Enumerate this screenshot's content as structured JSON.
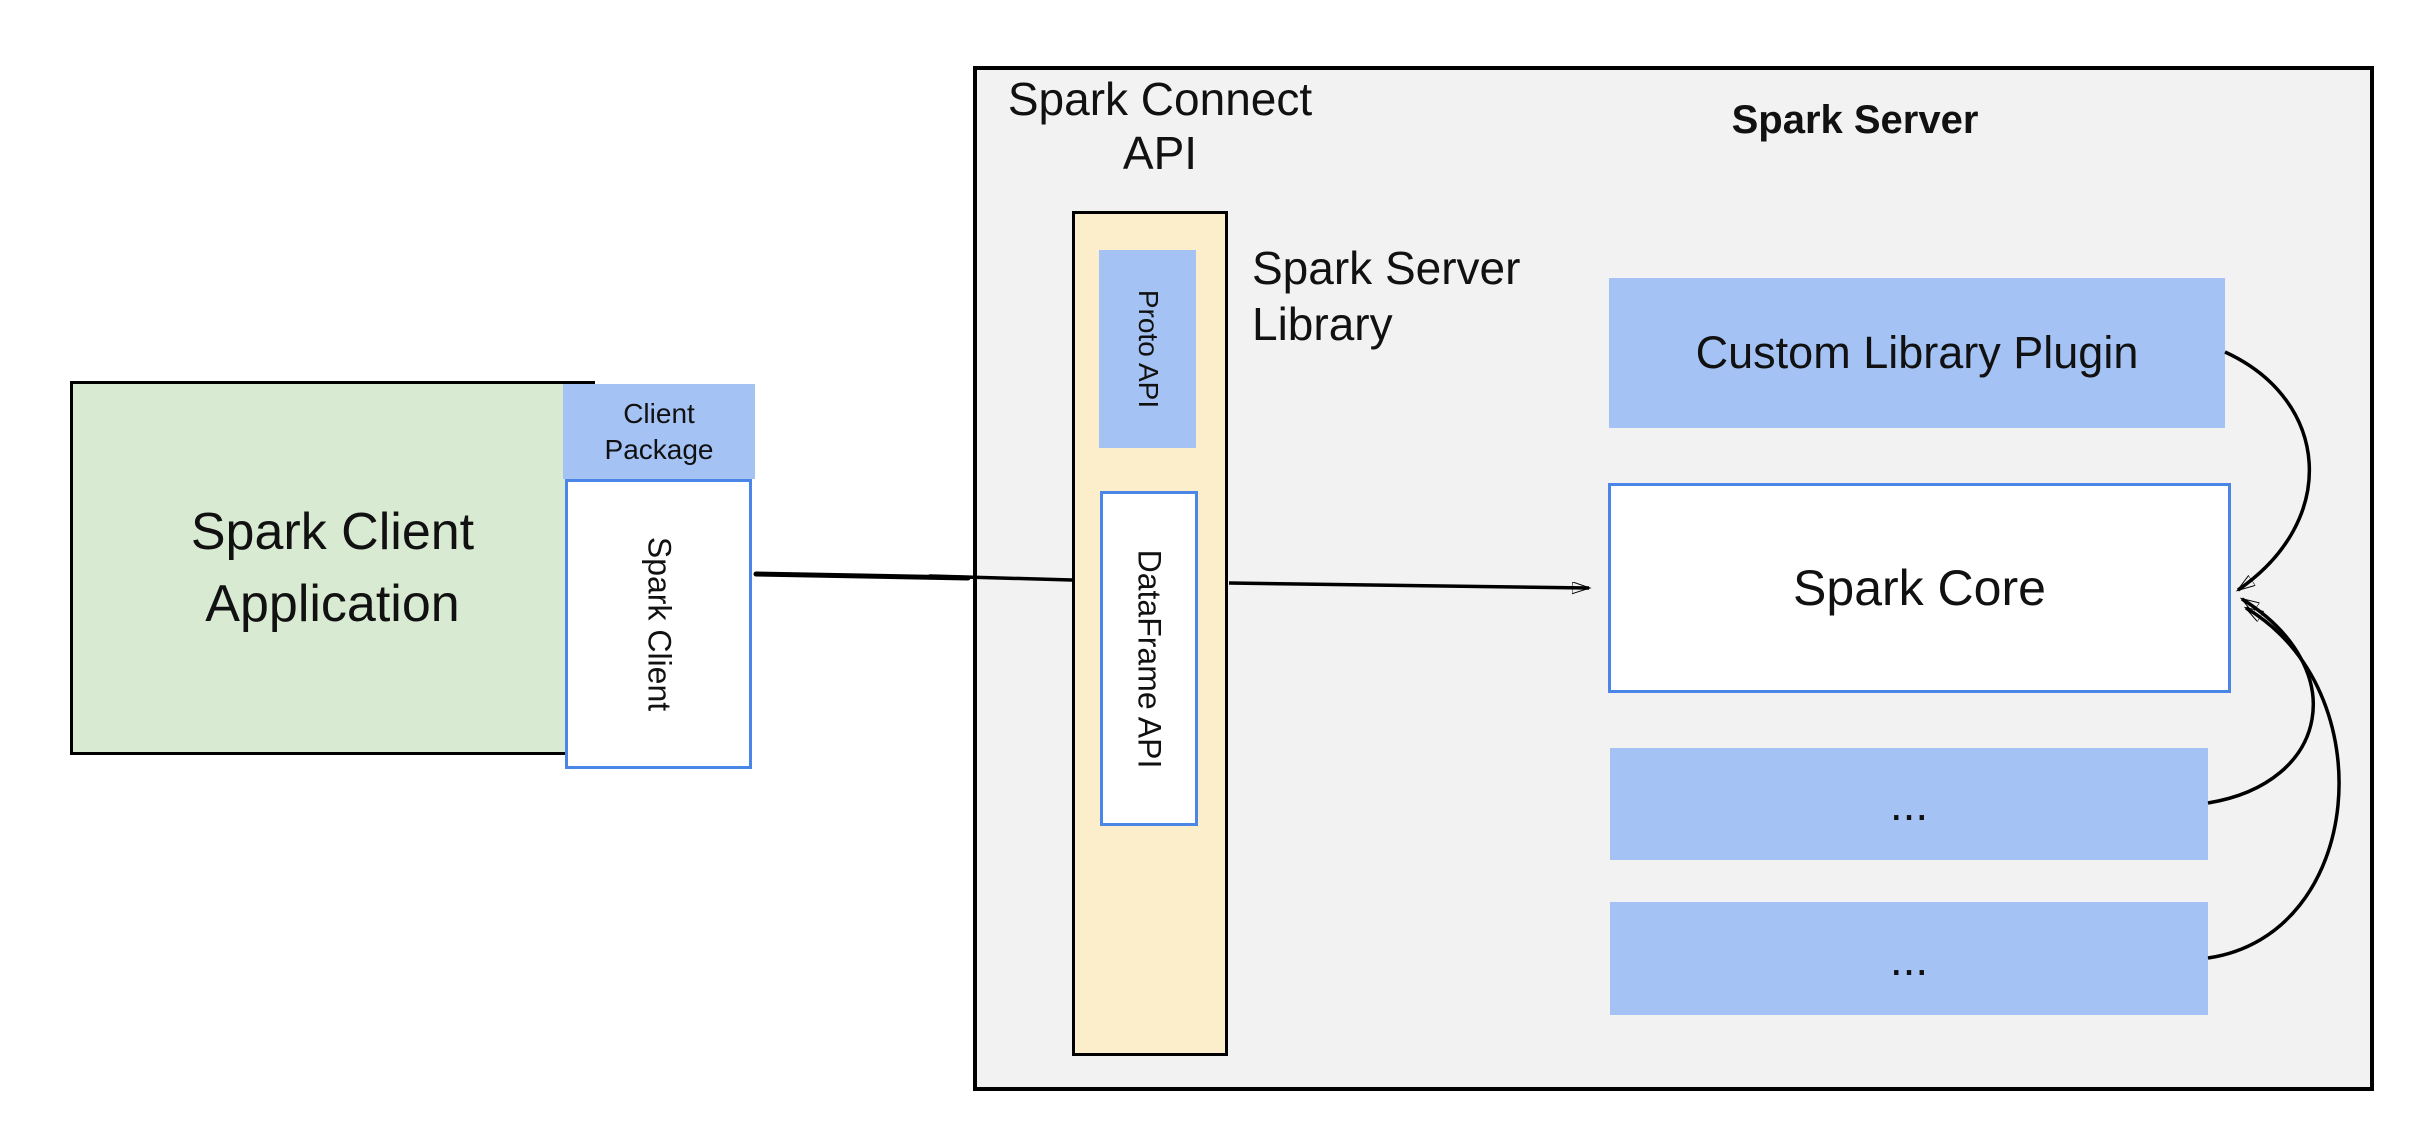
{
  "colors": {
    "green_fill": "#D9EAD3",
    "accent_blue_fill": "#A4C2F4",
    "yellow_fill": "#FCEECB",
    "gray_fill": "#F2F2F3",
    "blue_border": "#4A86E8",
    "line_black": "#000000",
    "text_dark": "#111111"
  },
  "client": {
    "app_line1": "Spark Client",
    "app_line2": "Application",
    "package_line1": "Client",
    "package_line2": "Package",
    "client_vertical_label": "Spark Client"
  },
  "connect_api": {
    "heading_line1": "Spark Connect",
    "heading_line2": "API",
    "proto_label": "Proto API",
    "dataframe_label": "DataFrame API",
    "library_line1": "Spark Server",
    "library_line2": "Library"
  },
  "server": {
    "title": "Spark Server",
    "plugin_label": "Custom Library Plugin",
    "core_label": "Spark Core",
    "module1_label": "...",
    "module2_label": "..."
  }
}
